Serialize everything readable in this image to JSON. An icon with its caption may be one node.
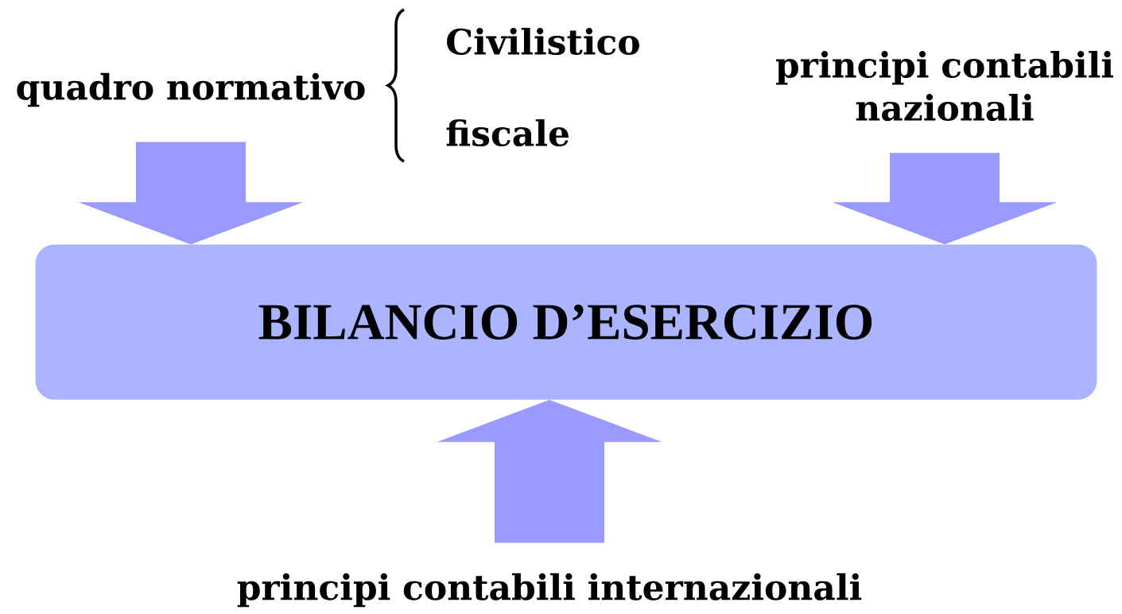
{
  "diagram": {
    "nodes": [
      {
        "text": [
          "quadro normativo"
        ]
      },
      {
        "text": [
          "principi contabili nazionali"
        ]
      },
      {
        "text": [
          "BILANCIO D’ESERCIZIO"
        ]
      },
      {
        "text": [
          "principi contabili internazionali"
        ]
      }
    ],
    "edges": [
      {
        "from": 0,
        "to": 2,
        "arrow": "to"
      },
      {
        "from": 1,
        "to": 2,
        "arrow": "to"
      },
      {
        "from": 3,
        "to": 2,
        "arrow": "to"
      }
    ],
    "labels": [
      "Civilistico",
      "fiscale"
    ]
  }
}
